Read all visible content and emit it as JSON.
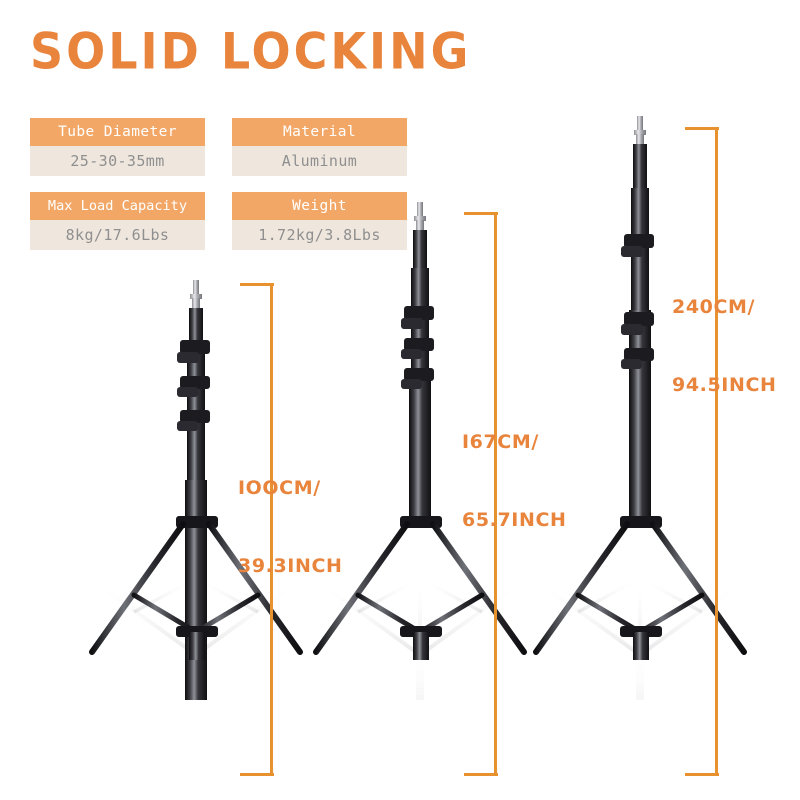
{
  "page": {
    "background_color": "#FFFFFF",
    "accent_color": "#E8843C",
    "ruler_color": "#E8922F",
    "card_header_color": "#F2A767",
    "card_value_color": "#EFE7DE"
  },
  "title": "SOLID LOCKING",
  "specs": [
    {
      "label": "Tube Diameter",
      "value": "25-30-35mm"
    },
    {
      "label": "Material",
      "value": "Aluminum"
    },
    {
      "label": "Max Load Capacity",
      "value": "8kg/17.6Lbs"
    },
    {
      "label": "Weight",
      "value": "1.72kg/3.8Lbs"
    }
  ],
  "measurements": [
    {
      "cm_line": "IOOCM/",
      "inch_line": "39.3INCH"
    },
    {
      "cm_line": "I67CM/",
      "inch_line": "65.7INCH"
    },
    {
      "cm_line": "240CM/",
      "inch_line": "94.5INCH"
    }
  ],
  "stands": [
    {
      "name": "light-stand-short",
      "height_label": "IOOCM/ 39.3INCH"
    },
    {
      "name": "light-stand-medium",
      "height_label": "I67CM/ 65.7INCH"
    },
    {
      "name": "light-stand-tall",
      "height_label": "240CM/ 94.5INCH"
    }
  ]
}
